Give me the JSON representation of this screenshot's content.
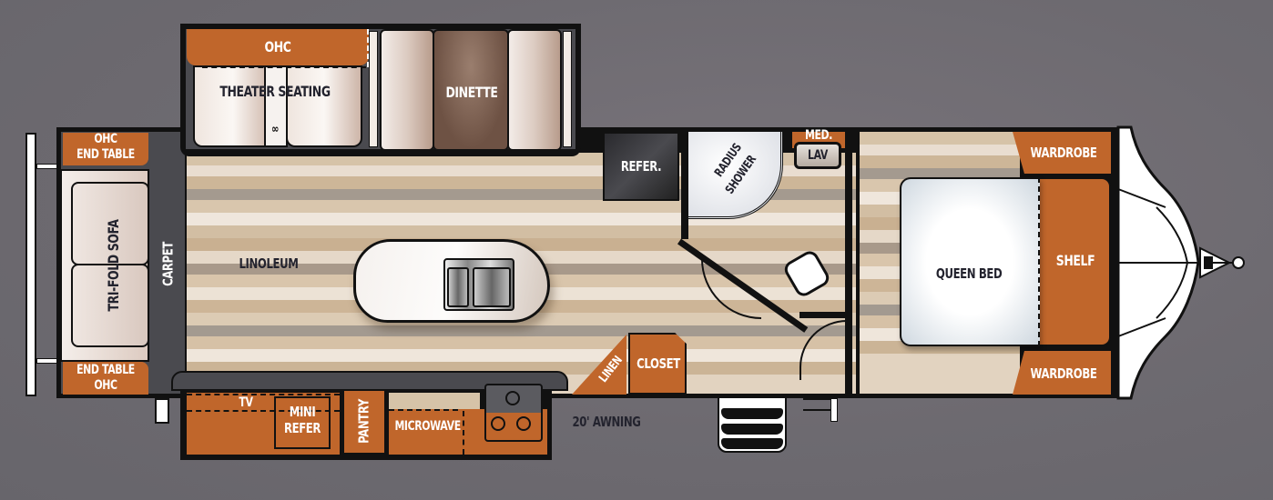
{
  "floorplan": {
    "type": "travel-trailer-floorplan",
    "colors": {
      "background": "#6d6a70",
      "cabinet_orange": "#c0662b",
      "carpet": "#4a4a4f",
      "wall": "#111111",
      "label_light": "#ffffff",
      "label_dark": "#23232e"
    },
    "rear": {
      "ohc_end_table_top": [
        "OHC",
        "END TABLE"
      ],
      "sofa": "TRI-FOLD SOFA",
      "ohc_end_table_bottom": [
        "END TABLE",
        "OHC"
      ],
      "carpet": "CARPET"
    },
    "slide_out_top": {
      "ohc": "OHC",
      "theater_seating": "THEATER SEATING",
      "dinette": "DINETTE"
    },
    "living": {
      "floor": "LINOLEUM",
      "island": "kitchen-island-with-double-sink"
    },
    "slide_out_bottom": {
      "tv": "TV",
      "mini_refer": [
        "MINI",
        "REFER"
      ],
      "pantry": "PANTRY",
      "microwave": "MICROWAVE",
      "awning": "20' AWNING"
    },
    "center": {
      "refer": "REFER.",
      "shower": [
        "RADIUS",
        "SHOWER"
      ],
      "med": "MED.",
      "lav": "LAV",
      "linen": "LINEN",
      "closet": "CLOSET"
    },
    "bedroom": {
      "wardrobe_top": "WARDROBE",
      "queen_bed": "QUEEN BED",
      "shelf": "SHELF",
      "wardrobe_bottom": "WARDROBE"
    }
  }
}
